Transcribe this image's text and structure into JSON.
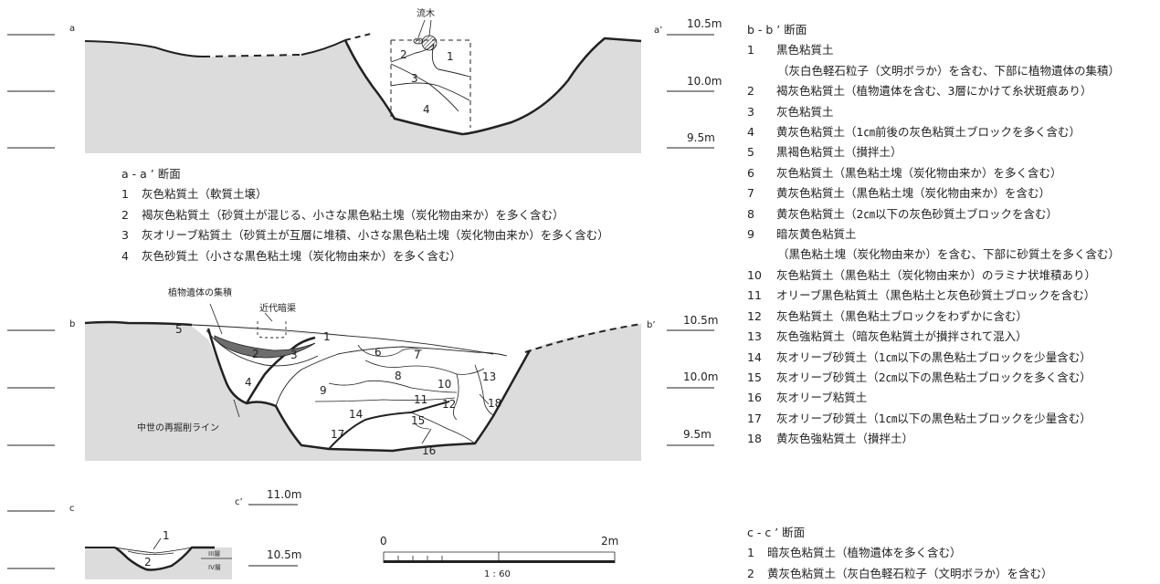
{
  "aa": {
    "left_label": "a",
    "right_label": "a’",
    "elev": [
      "10.5m",
      "10.0m",
      "9.5m"
    ],
    "driftwood": "流木",
    "layer_nums": [
      "2",
      "1",
      "3",
      "4"
    ]
  },
  "aa_legend": {
    "title": "a - a ’ 断面",
    "items": [
      {
        "n": "1",
        "t": "灰色粘質土（軟質土壌）"
      },
      {
        "n": "2",
        "t": "褐灰色粘質土（砂質土が混じる、小さな黒色粘土塊（炭化物由来か）を多く含む）"
      },
      {
        "n": "3",
        "t": "灰オリーブ粘質土（砂質土が互層に堆積、小さな黒色粘土塊（炭化物由来か）を多く含む）"
      },
      {
        "n": "4",
        "t": "灰色砂質土（小さな黒色粘土塊（炭化物由来か）を多く含む）"
      }
    ]
  },
  "bb": {
    "left_label": "b",
    "right_label": "b’",
    "elev": [
      "10.5m",
      "10.0m",
      "9.5m"
    ],
    "plant": "植物遺体の集積",
    "drain": "近代暗渠",
    "recut": "中世の再掘削ライン",
    "layer_nums": [
      "5",
      "2",
      "1",
      "3",
      "6",
      "7",
      "8",
      "10",
      "13",
      "9",
      "4",
      "11",
      "12",
      "18",
      "14",
      "15",
      "17",
      "16"
    ]
  },
  "cc": {
    "left_label": "c",
    "right_label": "c’",
    "elev": [
      "11.0m",
      "10.5m"
    ],
    "layer_nums": [
      "1",
      "2"
    ],
    "strata": [
      "III層",
      "IV層"
    ]
  },
  "scale": {
    "start": "0",
    "end": "2m",
    "ratio": "1 : 60"
  },
  "bb_legend": {
    "title": "b - b ’ 断面",
    "items": [
      {
        "n": "1",
        "t": "黒色粘質土",
        "sub": "（灰白色軽石粒子（文明ボラか）を含む、下部に植物遺体の集積）"
      },
      {
        "n": "2",
        "t": "褐灰色粘質土（植物遺体を含む、3層にかけて糸状斑痕あり）"
      },
      {
        "n": "3",
        "t": "灰色粘質土"
      },
      {
        "n": "4",
        "t": "黄灰色粘質土（1㎝前後の灰色粘質土ブロックを多く含む）"
      },
      {
        "n": "5",
        "t": "黒褐色粘質土（攅拌土）"
      },
      {
        "n": "6",
        "t": "灰色粘質土（黒色粘土塊（炭化物由来か）を多く含む）"
      },
      {
        "n": "7",
        "t": "黄灰色粘質土（黒色粘土塊（炭化物由来か）を含む）"
      },
      {
        "n": "8",
        "t": "黄灰色粘質土（2㎝以下の灰色砂質土ブロックを含む）"
      },
      {
        "n": "9",
        "t": "暗灰黄色粘質土",
        "sub": "（黒色粘土塊（炭化物由来か）を含む、下部に砂質土を多く含む）"
      },
      {
        "n": "10",
        "t": "灰色粘質土（黒色粘土（炭化物由来か）のラミナ状堆積あり）"
      },
      {
        "n": "11",
        "t": "オリーブ黒色粘質土（黒色粘土と灰色砂質土ブロックを含む）"
      },
      {
        "n": "12",
        "t": "灰色粘質土（黒色粘土ブロックをわずかに含む）"
      },
      {
        "n": "13",
        "t": "灰色強粘質土（暗灰色粘質土が攅拌されて混入）"
      },
      {
        "n": "14",
        "t": "灰オリーブ砂質土（1㎝以下の黒色粘土ブロックを少量含む）"
      },
      {
        "n": "15",
        "t": "灰オリーブ砂質土（2㎝以下の黒色粘土ブロックを多く含む）"
      },
      {
        "n": "16",
        "t": "灰オリーブ粘質土"
      },
      {
        "n": "17",
        "t": "灰オリーブ砂質土（1㎝以下の黒色粘土ブロックを少量含む）"
      },
      {
        "n": "18",
        "t": "黄灰色強粘質土（攅拌土）"
      }
    ]
  },
  "cc_legend": {
    "title": "c - c ’ 断面",
    "items": [
      {
        "n": "1",
        "t": "暗灰色粘質土（植物遺体を多く含む）"
      },
      {
        "n": "2",
        "t": "黄灰色粘質土（灰白色軽石粒子（文明ボラか）を含む）"
      }
    ]
  }
}
